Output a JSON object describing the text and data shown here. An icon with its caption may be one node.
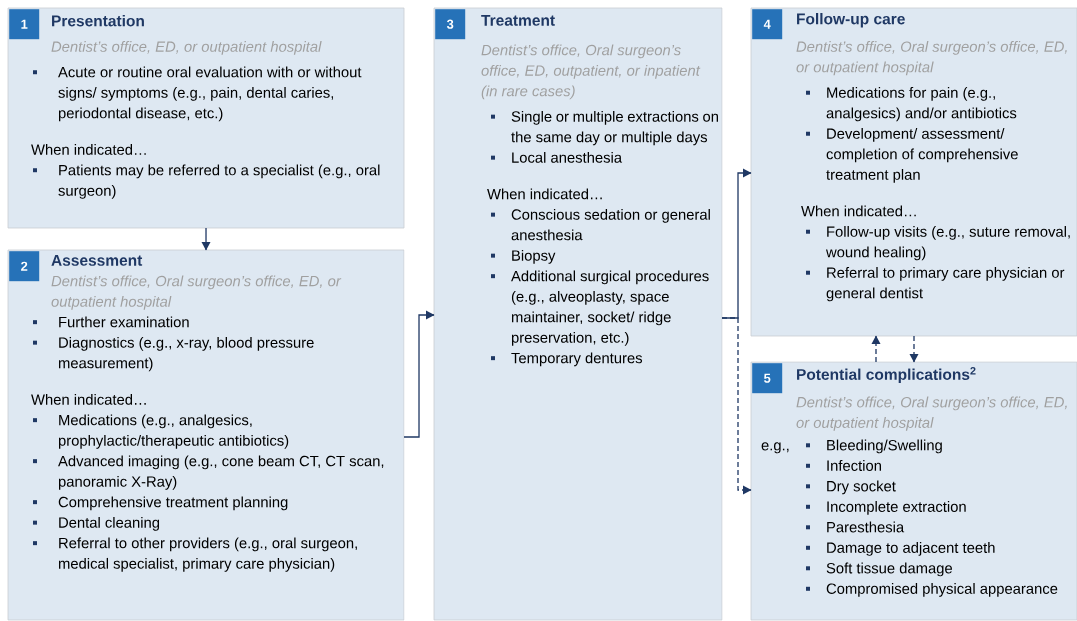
{
  "diagram": {
    "nodes": [
      {
        "text": [
          "Presentation",
          "Dentist’s office, ED, or outpatient hospital",
          "Acute or routine oral evaluation with or without signs/ symptoms (e.g., pain, dental caries, periodontal disease, etc.)",
          "When indicated…",
          "Patients may be referred to a specialist (e.g., oral surgeon)"
        ]
      },
      {
        "text": [
          "1"
        ],
        "in": 0
      },
      {
        "text": [
          "Assessment",
          "Dentist’s office, Oral surgeon’s office, ED, or outpatient hospital",
          "Further examination",
          "Diagnostics (e.g., x-ray, blood pressure measurement)",
          "When indicated…",
          "Medications (e.g., analgesics, prophylactic/therapeutic antibiotics)",
          "Advanced imaging (e.g., cone beam CT, CT scan, panoramic X-Ray)",
          "Comprehensive treatment planning",
          "Dental cleaning",
          "Referral to other providers (e.g., oral surgeon, medical specialist, primary care physician)"
        ]
      },
      {
        "text": [
          "2"
        ],
        "in": 2
      },
      {
        "text": [
          "Treatment",
          "Dentist’s office, Oral surgeon’s office, ED, outpatient, or inpatient (in rare cases)",
          "Single or multiple extractions on the same day or multiple days",
          "Local anesthesia",
          "When indicated…",
          "Conscious sedation or general anesthesia",
          "Biopsy",
          "Additional surgical procedures (e.g., alveoplasty, space maintainer, socket/ ridge preservation, etc.)",
          "Temporary dentures"
        ]
      },
      {
        "text": [
          "3"
        ],
        "in": 4
      },
      {
        "text": [
          "Follow-up care",
          "Dentist’s office, Oral surgeon’s office, ED, or outpatient hospital",
          "Medications for pain (e.g., analgesics) and/or antibiotics",
          "Development/ assessment/ completion of comprehensive treatment plan",
          "When indicated…",
          "Follow-up visits (e.g., suture removal, wound healing)",
          "Referral to primary care physician or general dentist"
        ]
      },
      {
        "text": [
          "4"
        ],
        "in": 6
      },
      {
        "text": [
          "Potential complications$^{2}$",
          "Dentist’s office, Oral surgeon’s office, ED, or outpatient hospital",
          "e.g.,",
          "Bleeding/Swelling",
          "Infection",
          "Dry socket",
          "Incomplete extraction",
          "Paresthesia",
          "Damage to adjacent teeth",
          "Soft tissue damage",
          "Compromised physical appearance"
        ]
      },
      {
        "text": [
          "5"
        ],
        "in": 8
      }
    ],
    "edges": [
      {
        "from": 0,
        "to": 2,
        "arrow": "to"
      },
      {
        "from": 2,
        "to": 4,
        "arrow": "to"
      },
      {
        "from": 4,
        "to": 6,
        "arrow": "to"
      },
      {
        "from": 4,
        "to": 8,
        "arrow": "to",
        "style": "dashed"
      },
      {
        "from": 8,
        "to": 6,
        "arrow": "to",
        "style": "dashed"
      },
      {
        "from": 6,
        "to": 8,
        "arrow": "to",
        "style": "dashed"
      }
    ]
  }
}
